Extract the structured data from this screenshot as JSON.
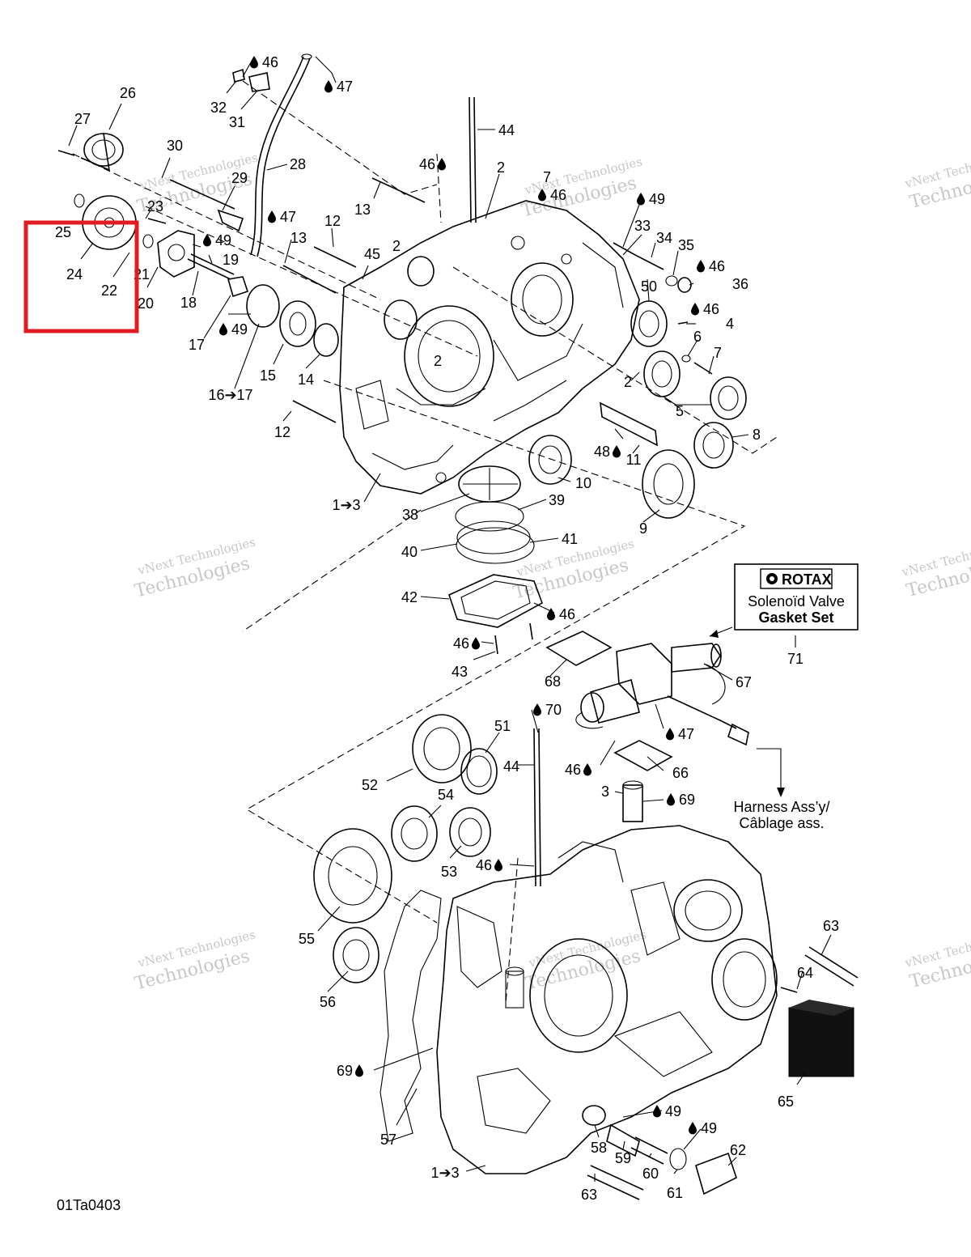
{
  "diagram_id": "01Ta0403",
  "rotax_box": {
    "brand": "ROTAX",
    "line1": "Solenoïd Valve",
    "line2": "Gasket Set"
  },
  "harness_label": {
    "line1": "Harness Ass’y/",
    "line2": "Câblage ass."
  },
  "watermark": {
    "line1": "vNext Technologies",
    "line2": "Technologies"
  },
  "colors": {
    "highlight": "#e01b22",
    "ink": "#000000"
  },
  "callouts": [
    {
      "text": "46",
      "drop": true
    },
    {
      "text": "47",
      "drop": true
    },
    {
      "text": "32"
    },
    {
      "text": "31"
    },
    {
      "text": "26"
    },
    {
      "text": "27"
    },
    {
      "text": "30"
    },
    {
      "text": "29"
    },
    {
      "text": "28"
    },
    {
      "text": "44"
    },
    {
      "text": "46",
      "drop": true,
      "after": true
    },
    {
      "text": "2"
    },
    {
      "text": "7"
    },
    {
      "text": "46",
      "drop": true
    },
    {
      "text": "49",
      "drop": true
    },
    {
      "text": "13"
    },
    {
      "text": "23"
    },
    {
      "text": "25"
    },
    {
      "text": "47",
      "drop": true
    },
    {
      "text": "12"
    },
    {
      "text": "49",
      "drop": true
    },
    {
      "text": "19"
    },
    {
      "text": "13"
    },
    {
      "text": "33"
    },
    {
      "text": "34"
    },
    {
      "text": "35"
    },
    {
      "text": "46",
      "drop": true
    },
    {
      "text": "36"
    },
    {
      "text": "24"
    },
    {
      "text": "22"
    },
    {
      "text": "21"
    },
    {
      "text": "20"
    },
    {
      "text": "18"
    },
    {
      "text": "2"
    },
    {
      "text": "45"
    },
    {
      "text": "50"
    },
    {
      "text": "46",
      "drop": true
    },
    {
      "text": "4"
    },
    {
      "text": "49",
      "drop": true
    },
    {
      "text": "17"
    },
    {
      "text": "15"
    },
    {
      "text": "14"
    },
    {
      "text": "2"
    },
    {
      "text": "6"
    },
    {
      "text": "7"
    },
    {
      "text": "2"
    },
    {
      "text": "5"
    },
    {
      "text": "16➔17"
    },
    {
      "text": "12"
    },
    {
      "text": "8"
    },
    {
      "text": "48",
      "drop": true,
      "after": true
    },
    {
      "text": "11"
    },
    {
      "text": "10"
    },
    {
      "text": "1➔3"
    },
    {
      "text": "39"
    },
    {
      "text": "38"
    },
    {
      "text": "9"
    },
    {
      "text": "41"
    },
    {
      "text": "40"
    },
    {
      "text": "42"
    },
    {
      "text": "46",
      "drop": true
    },
    {
      "text": "46",
      "drop": true,
      "after": true
    },
    {
      "text": "43"
    },
    {
      "text": "68"
    },
    {
      "text": "67"
    },
    {
      "text": "71"
    },
    {
      "text": "70",
      "drop": true
    },
    {
      "text": "51"
    },
    {
      "text": "47",
      "drop": true
    },
    {
      "text": "44"
    },
    {
      "text": "46",
      "drop": true,
      "after": true
    },
    {
      "text": "66"
    },
    {
      "text": "52"
    },
    {
      "text": "3"
    },
    {
      "text": "69",
      "drop": true
    },
    {
      "text": "54"
    },
    {
      "text": "46",
      "drop": true,
      "after": true
    },
    {
      "text": "53"
    },
    {
      "text": "55"
    },
    {
      "text": "63"
    },
    {
      "text": "64"
    },
    {
      "text": "56"
    },
    {
      "text": "65"
    },
    {
      "text": "69",
      "drop": true,
      "after": true
    },
    {
      "text": "49",
      "drop": true
    },
    {
      "text": "49",
      "drop": true
    },
    {
      "text": "62"
    },
    {
      "text": "57"
    },
    {
      "text": "58"
    },
    {
      "text": "59"
    },
    {
      "text": "60"
    },
    {
      "text": "61"
    },
    {
      "text": "1➔3"
    },
    {
      "text": "63"
    }
  ]
}
